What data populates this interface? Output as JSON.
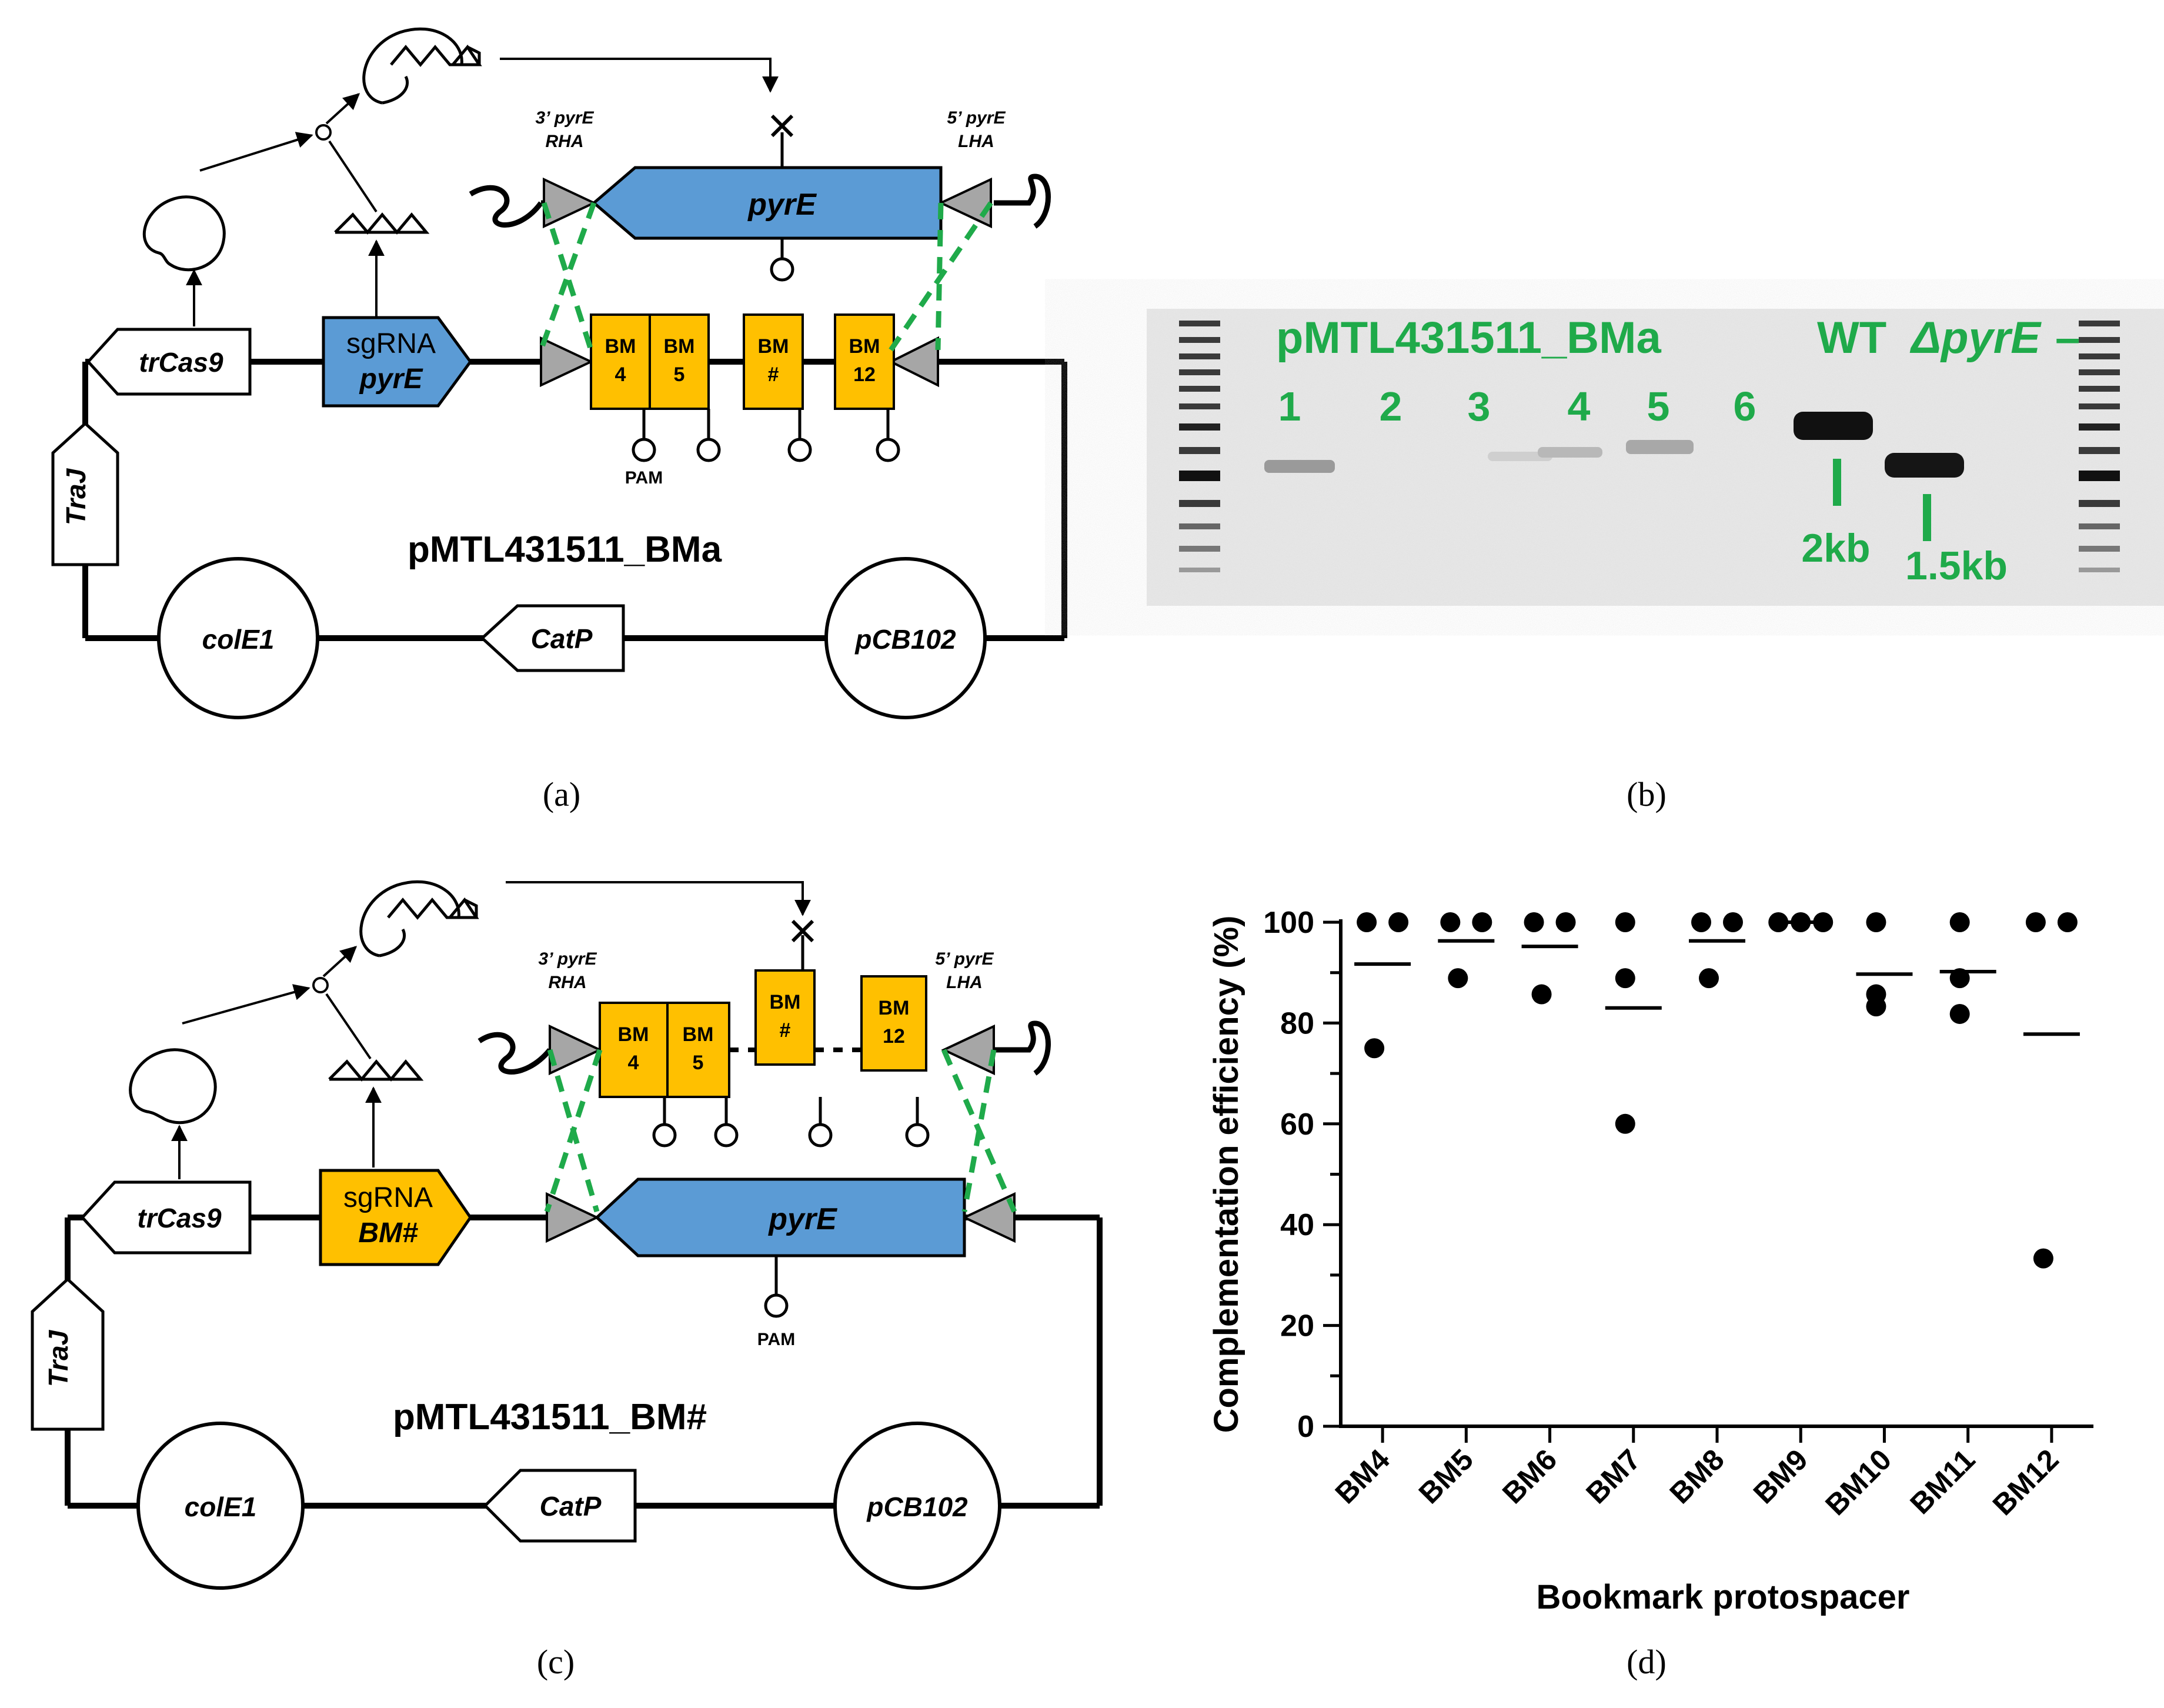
{
  "panels": {
    "a": {
      "caption": "(a)",
      "plasmid_name": "pMTL431511_BMa",
      "sgrna": {
        "line1": "sgRNA",
        "line2": "pyrE"
      },
      "labels": {
        "trcas9": "trCas9",
        "traj": "TraJ",
        "cole1": "colE1",
        "catp": "CatP",
        "pcb102": "pCB102",
        "pyre": "pyrE",
        "pam": "PAM",
        "rha_top": "3’ pyrE",
        "rha_bot": "RHA",
        "lha_top": "5’ pyrE",
        "lha_bot": "LHA"
      },
      "bm_boxes": [
        {
          "top": "BM",
          "bottom": "4"
        },
        {
          "top": "BM",
          "bottom": "5"
        },
        {
          "top": "BM",
          "bottom": "#"
        },
        {
          "top": "BM",
          "bottom": "12"
        }
      ]
    },
    "b": {
      "caption": "(b)",
      "gel_title": "pMTL431511_BMa",
      "lanes": [
        "1",
        "2",
        "3",
        "4",
        "5",
        "6"
      ],
      "controls": {
        "wt": "WT",
        "dpyre": "ΔpyrE",
        "neg": "–"
      },
      "bands": {
        "b2kb": "2kb",
        "b15kb": "1.5kb"
      }
    },
    "c": {
      "caption": "(c)",
      "plasmid_name": "pMTL431511_BM#",
      "sgrna": {
        "line1": "sgRNA",
        "line2": "BM#"
      },
      "labels": {
        "trcas9": "trCas9",
        "traj": "TraJ",
        "cole1": "colE1",
        "catp": "CatP",
        "pcb102": "pCB102",
        "pyre": "pyrE",
        "pam": "PAM",
        "rha_top": "3’ pyrE",
        "rha_bot": "RHA",
        "lha_top": "5’ pyrE",
        "lha_bot": "LHA"
      },
      "bm_boxes": [
        {
          "top": "BM",
          "bottom": "4"
        },
        {
          "top": "BM",
          "bottom": "5"
        },
        {
          "top": "BM",
          "bottom": "#"
        },
        {
          "top": "BM",
          "bottom": "12"
        }
      ]
    },
    "d": {
      "caption": "(d)"
    }
  },
  "colors": {
    "pyre_blue": "#5b9bd5",
    "bm_orange": "#ffc000",
    "guide_green": "#1faa4a",
    "triangle_gray": "#a6a6a6"
  },
  "chart_data": {
    "type": "scatter",
    "xlabel": "Bookmark protospacer",
    "ylabel": "Complementation efficiency (%)",
    "ylim": [
      0,
      100
    ],
    "yticks": [
      0,
      20,
      40,
      60,
      80,
      100
    ],
    "categories": [
      "BM4",
      "BM5",
      "BM6",
      "BM7",
      "BM8",
      "BM9",
      "BM10",
      "BM11",
      "BM12"
    ],
    "points": [
      [
        75,
        100,
        100
      ],
      [
        88.9,
        100,
        100
      ],
      [
        85.7,
        100,
        100
      ],
      [
        60,
        88.9,
        100
      ],
      [
        88.9,
        100,
        100
      ],
      [
        100,
        100,
        100
      ],
      [
        83.3,
        85.7,
        100
      ],
      [
        81.8,
        88.9,
        100
      ],
      [
        33.3,
        100,
        100
      ]
    ],
    "means": [
      91.7,
      96.3,
      95.2,
      83.0,
      96.3,
      100,
      89.7,
      90.2,
      77.8
    ],
    "grid": false,
    "legend": "none"
  }
}
